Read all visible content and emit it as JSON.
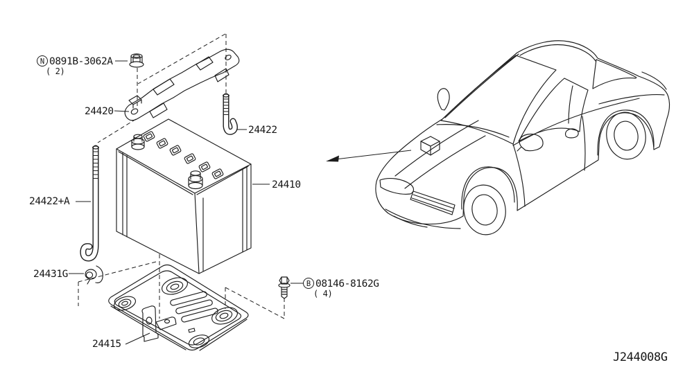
{
  "colors": {
    "ink": "#1c1c1c",
    "background": "#ffffff"
  },
  "parts": [
    {
      "circle": "N",
      "number": "0891B-3062A",
      "qty": "( 2)"
    },
    {
      "number": "24420"
    },
    {
      "number": "24422"
    },
    {
      "number": "24422+A"
    },
    {
      "number": "24410"
    },
    {
      "number": "24431G"
    },
    {
      "circle": "B",
      "number": "08146-8162G",
      "qty": "( 4)"
    },
    {
      "number": "24415"
    }
  ],
  "diagram_code": "J244008G"
}
